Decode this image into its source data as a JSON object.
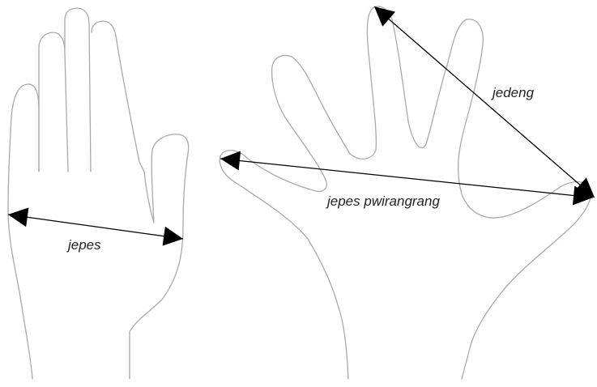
{
  "labels": {
    "left_width": "jepes",
    "span_diagonal": "jedeng",
    "span_horizontal": "jepes pwirangrang"
  },
  "colors": {
    "outline": "#a9a9a9",
    "arrows": "#000000",
    "text": "#222222",
    "background": "#ffffff"
  }
}
